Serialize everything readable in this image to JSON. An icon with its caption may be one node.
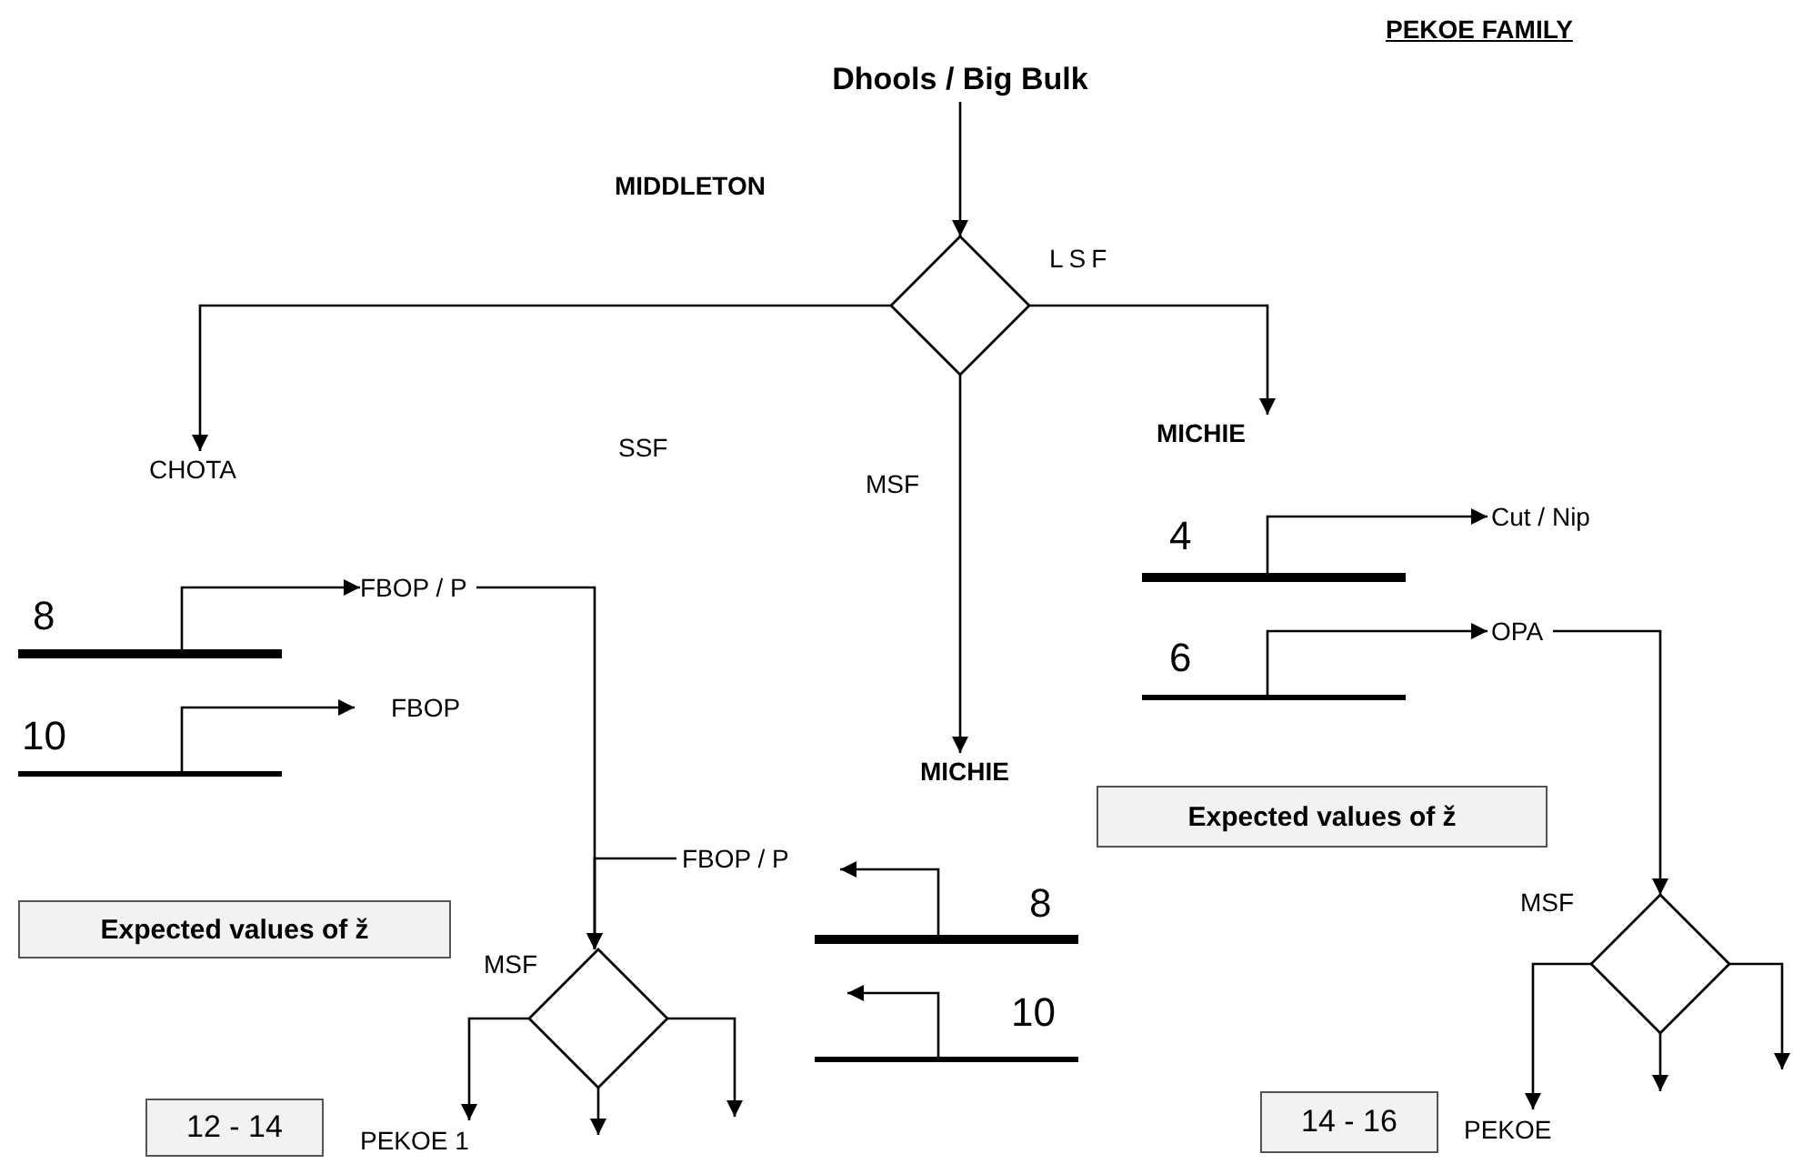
{
  "diagram": {
    "title": "PEKOE FAMILY",
    "nodes": [
      {
        "text": [
          "Dhools / Big Bulk"
        ]
      },
      {
        "text": [],
        "shape": "diamond"
      },
      {
        "text": [
          "CHOTA"
        ]
      },
      {
        "text": [
          "MICHIE"
        ]
      },
      {
        "text": [
          "MICHIE"
        ]
      },
      {
        "text": [],
        "shape": "bar",
        "beside": [
          "8"
        ]
      },
      {
        "text": [],
        "shape": "bar",
        "beside": [
          "10"
        ]
      },
      {
        "text": [
          "FBOP / P"
        ]
      },
      {
        "text": [
          "FBOP"
        ]
      },
      {
        "text": [
          "FBOP / P"
        ]
      },
      {
        "text": [],
        "shape": "bar",
        "beside": [
          "8"
        ]
      },
      {
        "text": [],
        "shape": "bar",
        "beside": [
          "10"
        ]
      },
      {
        "text": [],
        "shape": "diamond",
        "beside": [
          "MSF"
        ]
      },
      {
        "text": [
          "PEKOE 1"
        ]
      },
      {
        "text": [],
        "shape": "bar",
        "beside": [
          "4"
        ]
      },
      {
        "text": [],
        "shape": "bar",
        "beside": [
          "6"
        ]
      },
      {
        "text": [
          "Cut / Nip"
        ]
      },
      {
        "text": [
          "OPA"
        ]
      },
      {
        "text": [],
        "shape": "diamond",
        "beside": [
          "MSF"
        ]
      },
      {
        "text": [
          "PEKOE"
        ]
      },
      {
        "text": [
          "Expected values of ž"
        ]
      },
      {
        "text": [
          "12 - 14"
        ]
      },
      {
        "text": [
          "Expected values of ž"
        ]
      },
      {
        "text": [
          "14 - 16"
        ]
      }
    ],
    "edges": [
      {
        "from": 0,
        "to": 1,
        "arrow": "to"
      },
      {
        "from": 1,
        "to": 2,
        "arrow": "to"
      },
      {
        "from": 1,
        "to": 3,
        "arrow": "to",
        "label": "LSF"
      },
      {
        "from": 1,
        "to": 4,
        "arrow": "to",
        "label": "MSF"
      },
      {
        "from": 5,
        "to": 7,
        "arrow": "to"
      },
      {
        "from": 6,
        "to": 8,
        "arrow": "to"
      },
      {
        "from": 7,
        "to": 12,
        "arrow": "to"
      },
      {
        "from": 10,
        "to": 9,
        "arrow": "to"
      },
      {
        "from": 11,
        "to": null,
        "arrow": "to"
      },
      {
        "from": 9,
        "to": 12,
        "arrow": "to"
      },
      {
        "from": 12,
        "to": 13,
        "arrow": "to"
      },
      {
        "from": 12,
        "to": null,
        "arrow": "to"
      },
      {
        "from": 12,
        "to": null,
        "arrow": "to"
      },
      {
        "from": 14,
        "to": 16,
        "arrow": "to"
      },
      {
        "from": 15,
        "to": 17,
        "arrow": "to"
      },
      {
        "from": 17,
        "to": 18,
        "arrow": "to"
      },
      {
        "from": 18,
        "to": 19,
        "arrow": "to"
      },
      {
        "from": 18,
        "to": null,
        "arrow": "to"
      },
      {
        "from": 18,
        "to": null,
        "arrow": "to"
      }
    ],
    "labels": [
      "MIDDLETON",
      "SSF"
    ]
  }
}
